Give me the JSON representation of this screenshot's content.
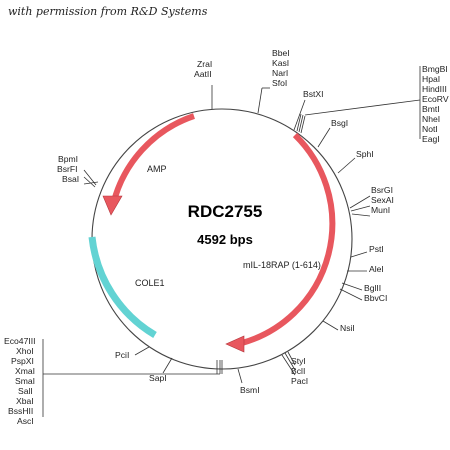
{
  "credit": "with permission from R&D Systems",
  "plasmid": {
    "name": "RDC2755",
    "size": "4592 bps"
  },
  "features": [
    {
      "label": "AMP",
      "color": "#e8575e"
    },
    {
      "label": "COLE1",
      "color": "#62d3d3"
    },
    {
      "label": "mIL-18RAP (1-614)",
      "color": "#e8575e"
    }
  ],
  "sites": {
    "zral": "ZraI",
    "aatii": "AatII",
    "bbei": "BbeI",
    "kasi": "KasI",
    "nari": "NarI",
    "sfoi": "SfoI",
    "bstxi": "BstXI",
    "bmgbi": "BmgBI",
    "hpai": "HpaI",
    "hindiii": "HindIII",
    "ecorv": "EcoRV",
    "bmti": "BmtI",
    "nhei": "NheI",
    "noti": "NotI",
    "eagi": "EagI",
    "bsgi": "BsgI",
    "sphi": "SphI",
    "bsrgi": "BsrGI",
    "sexai": "SexAI",
    "muni": "MunI",
    "psti": "PstI",
    "alei": "AleI",
    "bglii": "BglII",
    "bbvci": "BbvCI",
    "nsii": "NsiI",
    "styi": "StyI",
    "bcli": "BclI",
    "paci": "PacI",
    "bsmi": "BsmI",
    "sapi": "SapI",
    "pcii": "PciI",
    "eco47iii": "Eco47III",
    "xhoi": "XhoI",
    "pspxi": "PspXI",
    "xmai": "XmaI",
    "smai": "SmaI",
    "sali": "SalI",
    "xbai": "XbaI",
    "bsshii": "BssHII",
    "asci": "AscI",
    "bpmi": "BpmI",
    "bsrfi": "BsrFI",
    "bsai": "BsaI"
  }
}
